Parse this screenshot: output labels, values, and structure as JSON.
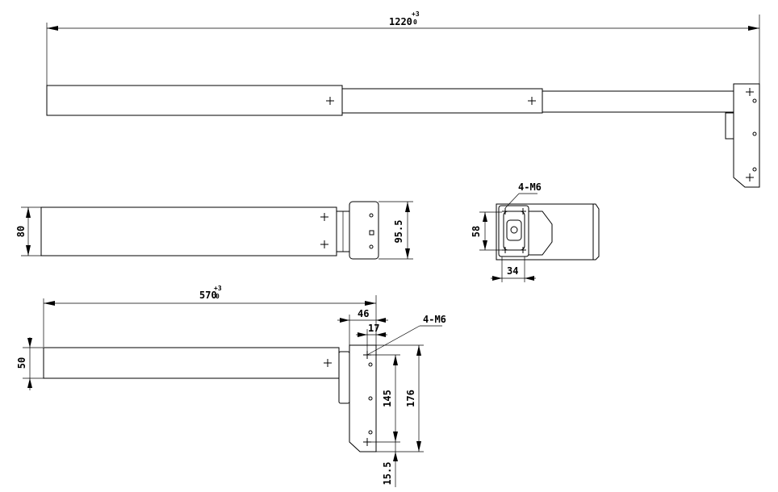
{
  "dimensions": {
    "overall_length": "1220",
    "overall_tol_upper": "+3",
    "overall_tol_lower": "0",
    "height_80": "80",
    "bracket_95_5": "95.5",
    "section_58": "58",
    "section_34": "34",
    "thread_top": "4-M6",
    "length_570": "570",
    "len570_tol_upper": "+3",
    "len570_tol_lower": "0",
    "height_50": "50",
    "offset_46": "46",
    "offset_17": "17",
    "thread_bottom": "4-M6",
    "hole_145": "145",
    "bracket_176": "176",
    "edge_15_5": "15.5"
  }
}
